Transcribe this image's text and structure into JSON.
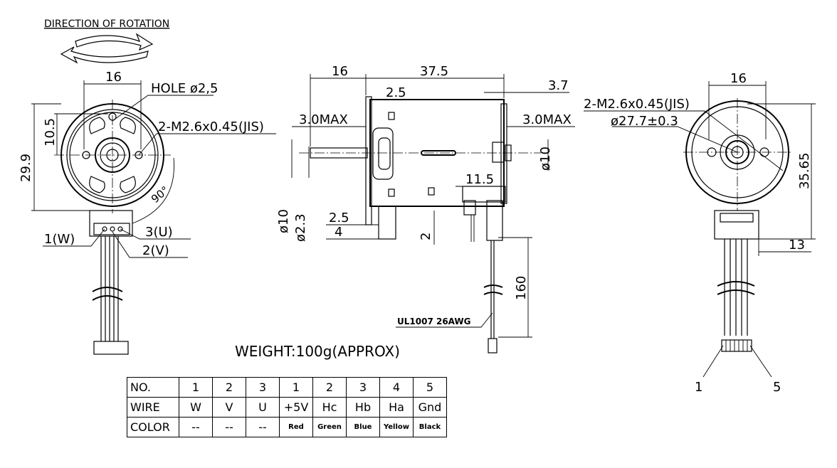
{
  "rotation_label": "DIRECTION OF ROTATION",
  "front_view": {
    "dim_width": "16",
    "hole_label": "HOLE ø2,5",
    "thread_label": "2-M2.6x0.45(JIS)",
    "dim_height": "29.9",
    "dim_offset": "10.5",
    "angle_label": "90°",
    "wire_1": "1(W)",
    "wire_2": "2(V)",
    "wire_3": "3(U)"
  },
  "side_view": {
    "dim_shaft": "16",
    "dim_body": "37.5",
    "dim_boss": "2.5",
    "dim_rear": "3.7",
    "max_front": "3.0MAX",
    "max_rear": "3.0MAX",
    "dia_rear": "ø10",
    "dim_board": "11.5",
    "dia_boss": "ø10",
    "dia_shaft": "ø2.3",
    "dim_step1": "2.5",
    "dim_step2": "4",
    "dim_gap": "2",
    "dim_lead": "160",
    "cable_label": "UL1007 26AWG"
  },
  "rear_view": {
    "dim_width": "16",
    "thread_label": "2-M2.6x0.45(JIS)",
    "dia_label": "ø27.7±0.3",
    "dim_height": "35.65",
    "dim_conn": "13",
    "pin_first": "1",
    "pin_last": "5"
  },
  "weight": "WEIGHT:100g(APPROX)",
  "table": {
    "rows": [
      {
        "label": "NO.",
        "cells": [
          "1",
          "2",
          "3",
          "1",
          "2",
          "3",
          "4",
          "5"
        ]
      },
      {
        "label": "WIRE",
        "cells": [
          "W",
          "V",
          "U",
          "+5V",
          "Hc",
          "Hb",
          "Ha",
          "Gnd"
        ]
      },
      {
        "label": "COLOR",
        "cells": [
          "--",
          "--",
          "--",
          "Red",
          "Green",
          "Blue",
          "Yellow",
          "Black"
        ]
      }
    ]
  }
}
